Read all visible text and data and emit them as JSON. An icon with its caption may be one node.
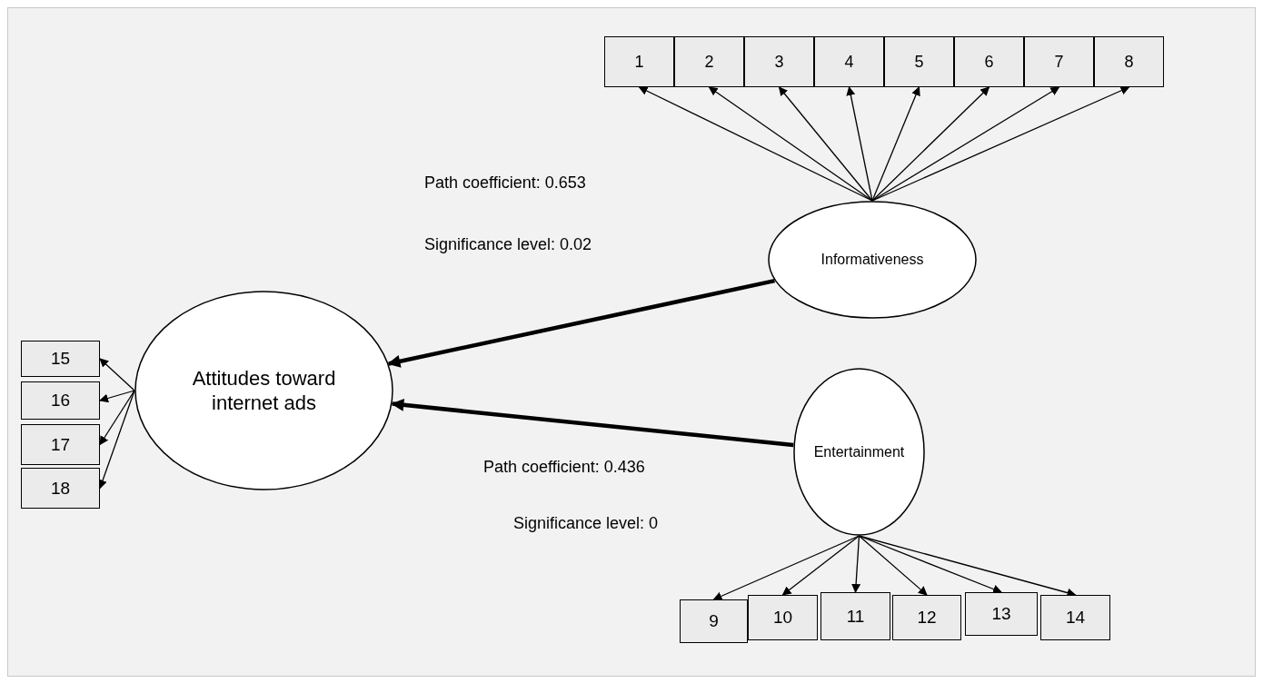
{
  "diagram": {
    "nodes": [
      {
        "text": [
          "1"
        ]
      },
      {
        "text": [
          "2"
        ]
      },
      {
        "text": [
          "3"
        ]
      },
      {
        "text": [
          "4"
        ]
      },
      {
        "text": [
          "5"
        ]
      },
      {
        "text": [
          "6"
        ]
      },
      {
        "text": [
          "7"
        ]
      },
      {
        "text": [
          "8"
        ]
      },
      {
        "text": [
          "Informativeness"
        ]
      },
      {
        "text": [
          "15"
        ]
      },
      {
        "text": [
          "16"
        ]
      },
      {
        "text": [
          "17"
        ]
      },
      {
        "text": [
          "18"
        ]
      },
      {
        "text": [
          "Attitudes toward internet ads"
        ]
      },
      {
        "text": [
          "Entertainment"
        ]
      },
      {
        "text": [
          "9"
        ]
      },
      {
        "text": [
          "10"
        ]
      },
      {
        "text": [
          "11"
        ]
      },
      {
        "text": [
          "12"
        ]
      },
      {
        "text": [
          "13"
        ]
      },
      {
        "text": [
          "14"
        ]
      }
    ],
    "edges": [
      {
        "from": 8,
        "to": 0,
        "arrow": "to"
      },
      {
        "from": 8,
        "to": 1,
        "arrow": "to"
      },
      {
        "from": 8,
        "to": 2,
        "arrow": "to"
      },
      {
        "from": 8,
        "to": 3,
        "arrow": "to"
      },
      {
        "from": 8,
        "to": 4,
        "arrow": "to"
      },
      {
        "from": 8,
        "to": 5,
        "arrow": "to"
      },
      {
        "from": 8,
        "to": 6,
        "arrow": "to"
      },
      {
        "from": 8,
        "to": 7,
        "arrow": "to"
      },
      {
        "from": 13,
        "to": 9,
        "arrow": "to"
      },
      {
        "from": 13,
        "to": 10,
        "arrow": "to"
      },
      {
        "from": 13,
        "to": 11,
        "arrow": "to"
      },
      {
        "from": 13,
        "to": 12,
        "arrow": "to"
      },
      {
        "from": 8,
        "to": 13,
        "arrow": "to",
        "style": "thick"
      },
      {
        "from": 14,
        "to": 13,
        "arrow": "to",
        "style": "thick"
      },
      {
        "from": 14,
        "to": 15,
        "arrow": "to"
      },
      {
        "from": 14,
        "to": 16,
        "arrow": "to"
      },
      {
        "from": 14,
        "to": 17,
        "arrow": "to"
      },
      {
        "from": 14,
        "to": 18,
        "arrow": "to"
      },
      {
        "from": 14,
        "to": 19,
        "arrow": "to"
      },
      {
        "from": 14,
        "to": 20,
        "arrow": "to"
      }
    ],
    "labels": [
      "Path coefficient: 0.653",
      "Significance level: 0.02",
      "Path coefficient: 0.436",
      "Significance level: 0"
    ]
  }
}
